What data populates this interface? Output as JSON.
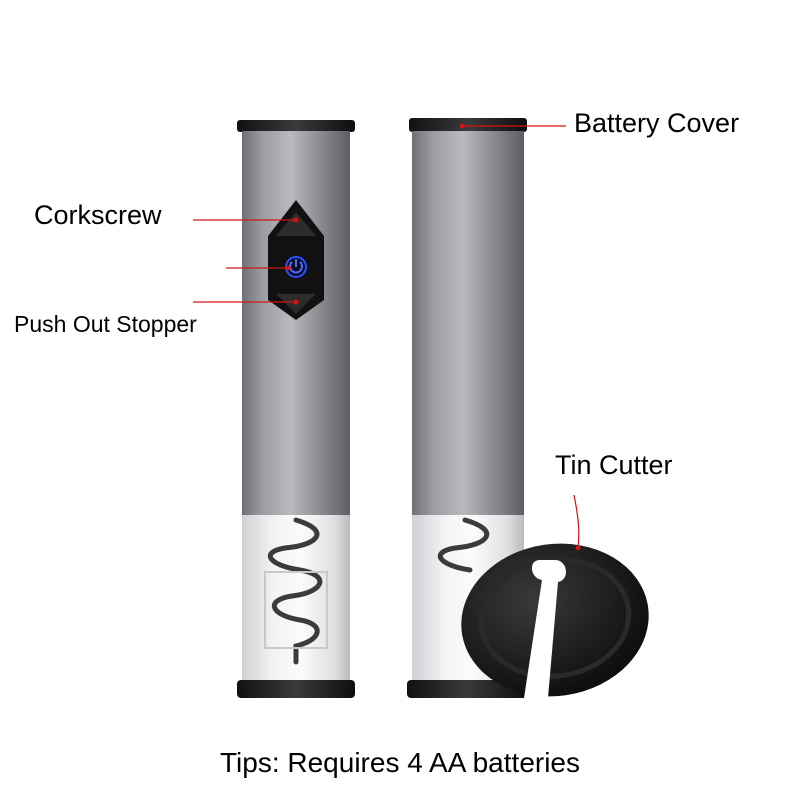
{
  "labels": {
    "corkscrew": "Corkscrew",
    "push_out_stopper": "Push Out Stopper",
    "battery_cover": "Battery Cover",
    "tin_cutter": "Tin Cutter"
  },
  "tips": "Tips: Requires 4 AA batteries",
  "colors": {
    "callout_line": "#d21414",
    "body_metal": "#8e8f94",
    "power_button": "#2a4fff",
    "cap": "#1a1a1a"
  },
  "icons": [
    "power-icon",
    "up-arrow-icon",
    "down-arrow-icon"
  ]
}
